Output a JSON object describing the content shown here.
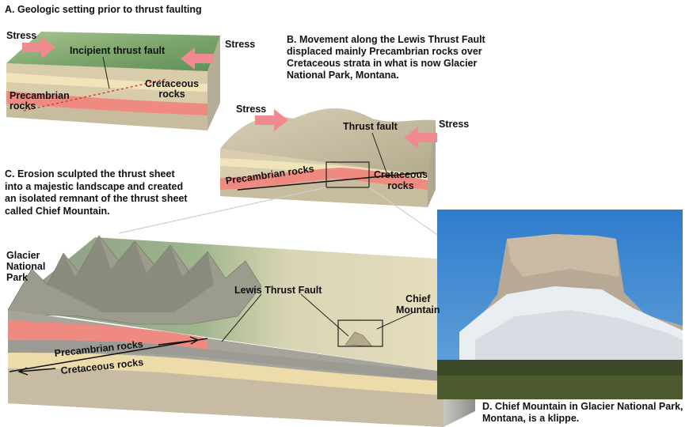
{
  "panel_a": {
    "caption": "A. Geologic setting prior to thrust faulting",
    "stress_left": "Stress",
    "stress_right": "Stress",
    "fault_label": "Incipient thrust fault",
    "cretaceous_label": "Cretaceous\nrocks",
    "precambrian_label": "Precambrian\nrocks"
  },
  "panel_b": {
    "caption": "B.  Movement along the Lewis Thrust Fault displaced mainly Precambrian rocks over Cretaceous strata in what is now Glacier National Park, Montana.",
    "stress_left": "Stress",
    "stress_right": "Stress",
    "fault_label": "Thrust fault",
    "cretaceous_label": "Cretaceous\nrocks",
    "precambrian_label": "Precambrian rocks"
  },
  "panel_c": {
    "caption": "C. Erosion sculpted the thrust sheet into a majestic landscape and created an isolated remnant of the thrust sheet called Chief Mountain.",
    "park_label": "Glacier\nNational\nPark",
    "fault_label": "Lewis Thrust Fault",
    "mountain_label": "Chief\nMountain",
    "precambrian_label": "Precambrian rocks",
    "cretaceous_label": "Cretaceous rocks"
  },
  "panel_d": {
    "caption": "D. Chief Mountain in Glacier National Park, Montana, is a klippe."
  },
  "colors": {
    "precambrian": "#ef8a80",
    "cretaceous": "#eddcaa",
    "gray_layer": "#9c9a94",
    "sky": "#3f86cf",
    "stress_arrow": "#ef8a90"
  }
}
